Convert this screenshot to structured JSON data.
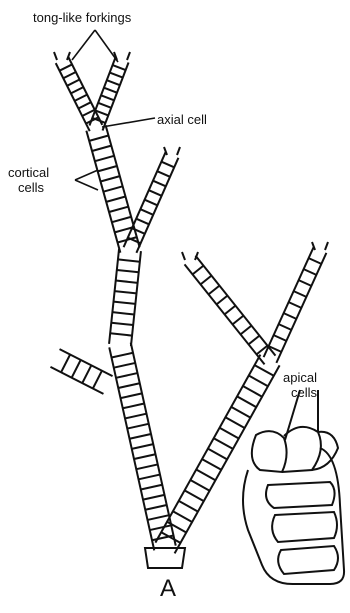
{
  "labels": {
    "tong_like_forkings": "tong-like forkings",
    "axial_cell": "axial cell",
    "cortical_line1": "cortical",
    "cortical_line2": "cells",
    "apical_line1": "apical",
    "apical_line2": "cells",
    "panel": "A"
  },
  "colors": {
    "ink": "#111111",
    "background": "#ffffff"
  }
}
